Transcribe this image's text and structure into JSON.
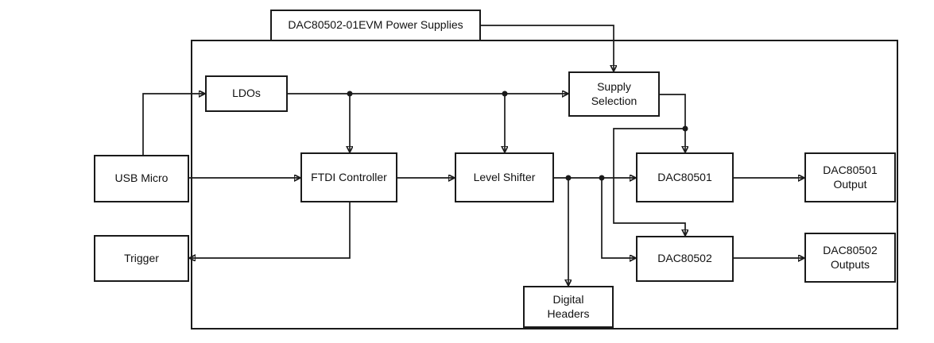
{
  "nodes": {
    "power_supplies": {
      "label": "DAC80502-01EVM Power Supplies"
    },
    "ldos": {
      "label": "LDOs"
    },
    "supply_selection": {
      "label": "Supply\nSelection"
    },
    "usb_micro": {
      "label": "USB Micro"
    },
    "trigger": {
      "label": "Trigger"
    },
    "ftdi_controller": {
      "label": "FTDI Controller"
    },
    "level_shifter": {
      "label": "Level Shifter"
    },
    "dac80501": {
      "label": "DAC80501"
    },
    "dac80501_output": {
      "label": "DAC80501\nOutput"
    },
    "dac80502": {
      "label": "DAC80502"
    },
    "dac80502_outputs": {
      "label": "DAC80502\nOutputs"
    },
    "digital_headers": {
      "label": "Digital\nHeaders"
    }
  },
  "colors": {
    "line": "#1a1a1a",
    "box_fill": "#ffffff",
    "text": "#111111",
    "background": "#ffffff"
  }
}
